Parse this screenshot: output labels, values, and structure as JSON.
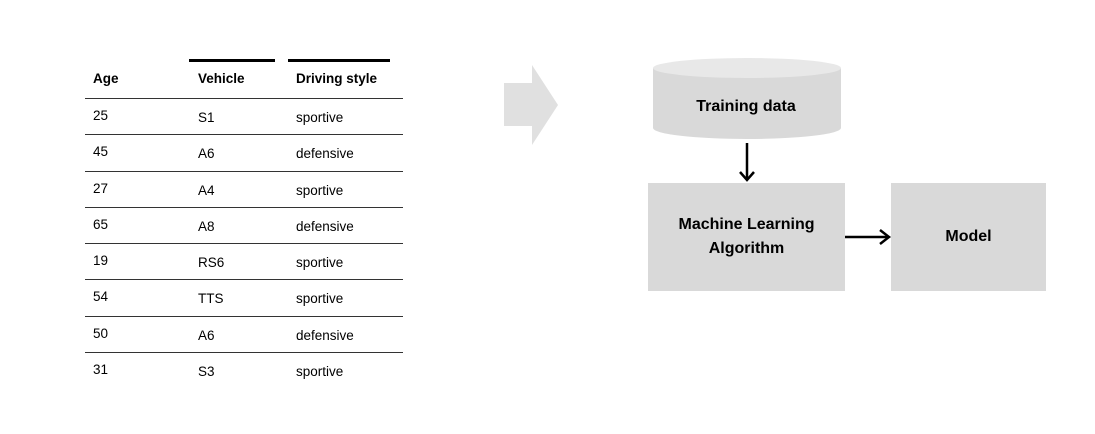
{
  "table": {
    "headers": {
      "age": "Age",
      "vehicle": "Vehicle",
      "driving_style": "Driving style"
    },
    "rows": [
      {
        "age": "25",
        "vehicle": "S1",
        "style": "sportive"
      },
      {
        "age": "45",
        "vehicle": "A6",
        "style": "defensive"
      },
      {
        "age": "27",
        "vehicle": "A4",
        "style": "sportive"
      },
      {
        "age": "65",
        "vehicle": "A8",
        "style": "defensive"
      },
      {
        "age": "19",
        "vehicle": "RS6",
        "style": "sportive"
      },
      {
        "age": "54",
        "vehicle": "TTS",
        "style": "sportive"
      },
      {
        "age": "50",
        "vehicle": "A6",
        "style": "defensive"
      },
      {
        "age": "31",
        "vehicle": "S3",
        "style": "sportive"
      }
    ]
  },
  "diagram": {
    "training_data": "Training data",
    "algorithm": "Machine Learning Algorithm",
    "model": "Model"
  },
  "colors": {
    "node_fill": "#d9d9d9",
    "cylinder_top": "#e8e8e8",
    "arrow_fill": "#e0e0e0",
    "connector": "#000000"
  }
}
